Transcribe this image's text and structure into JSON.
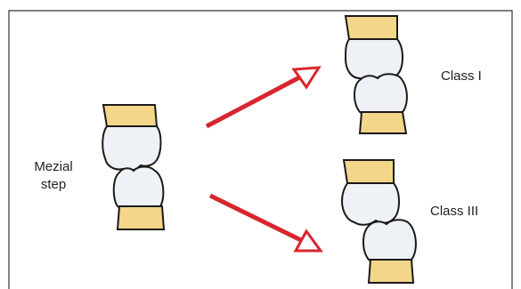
{
  "labels": {
    "mezial_line1": "Mezial",
    "mezial_line2": "step",
    "class1": "Class I",
    "class3": "Class III"
  },
  "colors": {
    "arrow": "#d8262e",
    "gingiva": "#f3d68a",
    "tooth": "#eef1f5",
    "outline": "#1a1a1a",
    "frame": "#333333"
  }
}
